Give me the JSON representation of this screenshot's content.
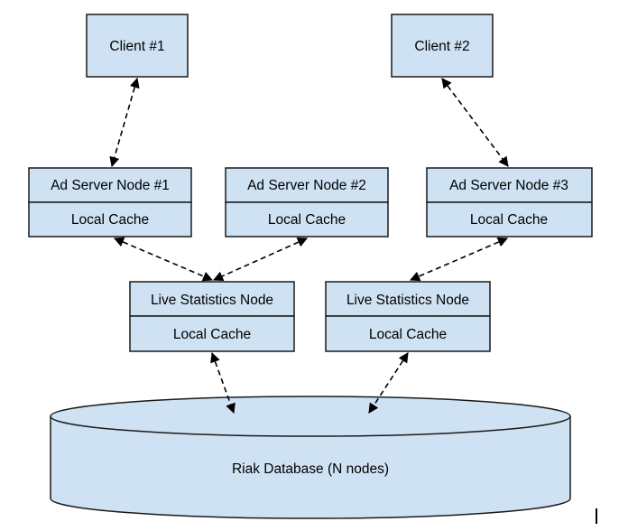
{
  "colors": {
    "box_fill": "#cfe2f3",
    "box_stroke": "#1a1a1a",
    "connector": "#000000"
  },
  "clients": [
    {
      "label": "Client #1"
    },
    {
      "label": "Client #2"
    }
  ],
  "ad_servers": [
    {
      "title": "Ad Server Node #1",
      "cache": "Local Cache"
    },
    {
      "title": "Ad Server Node #2",
      "cache": "Local Cache"
    },
    {
      "title": "Ad Server Node #3",
      "cache": "Local Cache"
    }
  ],
  "stats_nodes": [
    {
      "title": "Live Statistics Node",
      "cache": "Local Cache"
    },
    {
      "title": "Live Statistics Node",
      "cache": "Local Cache"
    }
  ],
  "database": {
    "label": "Riak Database (N nodes)"
  }
}
